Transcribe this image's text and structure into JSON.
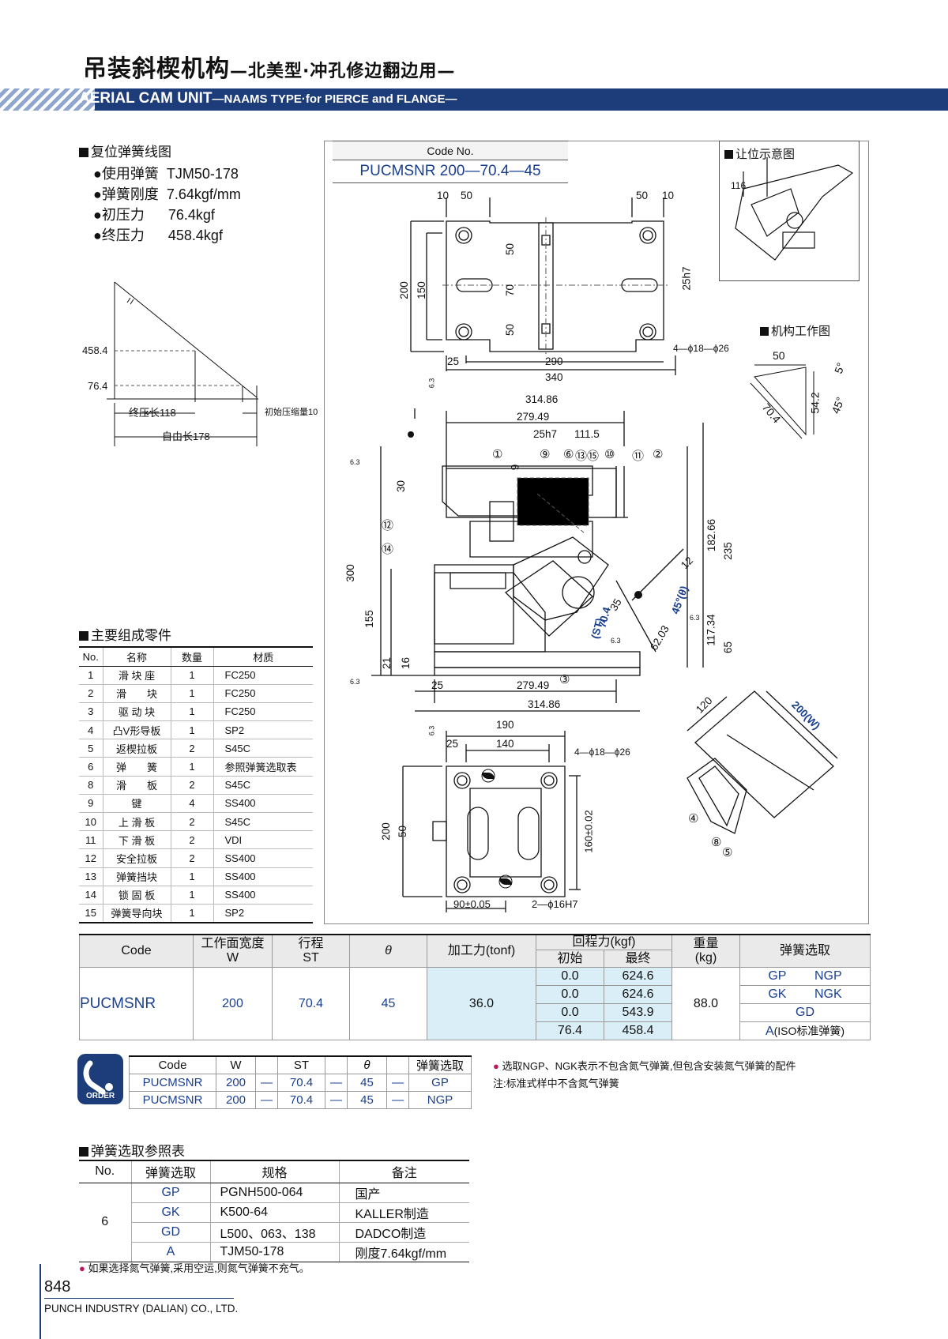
{
  "header": {
    "title_cn": "吊装斜楔机构",
    "title_cn_sub": "—北美型·冲孔修边翻边用—",
    "title_en": "AERIAL CAM UNIT",
    "title_en_sub": "—NAAMS TYPE·for PIERCE and FLANGE—"
  },
  "spring": {
    "heading": "复位弹簧线图",
    "items": [
      {
        "label": "●使用弹簧",
        "value": "TJM50-178"
      },
      {
        "label": "●弹簧刚度",
        "value": "7.64kgf/mm"
      },
      {
        "label": "●初压力",
        "value": "76.4kgf"
      },
      {
        "label": "●终压力",
        "value": "458.4kgf"
      }
    ],
    "chart": {
      "y1": "458.4",
      "y2": "76.4",
      "final_len": "终压长118",
      "init_comp": "初始压缩量10",
      "free_len": "自由长178"
    }
  },
  "drawing": {
    "code_label": "Code No.",
    "code_value": "PUCMSNR 200—70.4—45",
    "rang_title": "让位示意图",
    "rang_dim": "116",
    "work_title": "机构工作图",
    "work_dims": [
      "50",
      "5°",
      "70.4",
      "54.2",
      "45°"
    ],
    "top_dims": [
      "10",
      "50",
      "50",
      "10",
      "200",
      "150",
      "50",
      "70",
      "50",
      "25h7",
      "25",
      "290",
      "340",
      "4—ϕ18—ϕ26",
      "6.3"
    ],
    "side_dims": [
      "314.86",
      "279.49",
      "25h7",
      "111.5",
      "9",
      "30",
      "300",
      "155",
      "21",
      "16",
      "25",
      "279.49",
      "314.86",
      "182.66",
      "235",
      "117.34",
      "65",
      "12",
      "35",
      "62.03",
      "45°(θ)",
      "70.4",
      "(ST)",
      "6.3",
      "6.3",
      "6.3",
      "6.3"
    ],
    "balloons": [
      "①",
      "⑨",
      "⑥",
      "⑬",
      "⑮",
      "⑩",
      "⑪",
      "②",
      "⑫",
      "⑭",
      "③",
      "④",
      "⑧",
      "⑤"
    ],
    "bottom_dims": [
      "190",
      "25",
      "140",
      "4—ϕ18—ϕ26",
      "200",
      "50",
      "160±0.02",
      "90±0.05",
      "2—ϕ16H7",
      "6.3"
    ],
    "iso_dims": [
      "120",
      "200(W)"
    ]
  },
  "parts": {
    "heading": "主要组成零件",
    "headers": [
      "No.",
      "名称",
      "数量",
      "材质"
    ],
    "rows": [
      [
        "1",
        "滑 块 座",
        "1",
        "FC250"
      ],
      [
        "2",
        "滑　　块",
        "1",
        "FC250"
      ],
      [
        "3",
        "驱 动 块",
        "1",
        "FC250"
      ],
      [
        "4",
        "凸V形导板",
        "1",
        "SP2"
      ],
      [
        "5",
        "返楔拉板",
        "2",
        "S45C"
      ],
      [
        "6",
        "弹　　簧",
        "1",
        "参照弹簧选取表"
      ],
      [
        "8",
        "滑　　板",
        "2",
        "S45C"
      ],
      [
        "9",
        "键",
        "4",
        "SS400"
      ],
      [
        "10",
        "上 滑 板",
        "2",
        "S45C"
      ],
      [
        "11",
        "下 滑 板",
        "2",
        "VDI"
      ],
      [
        "12",
        "安全拉板",
        "2",
        "SS400"
      ],
      [
        "13",
        "弹簧挡块",
        "1",
        "SS400"
      ],
      [
        "14",
        "锁 固 板",
        "1",
        "SS400"
      ],
      [
        "15",
        "弹簧导向块",
        "1",
        "SP2"
      ]
    ]
  },
  "spec": {
    "h_code": "Code",
    "h_width": "工作面宽度",
    "h_width2": "W",
    "h_stroke": "行程",
    "h_stroke2": "ST",
    "h_theta": "θ",
    "h_force": "加工力(tonf)",
    "h_return": "回程力(kgf)",
    "h_init": "初始",
    "h_final": "最终",
    "h_weight": "重量",
    "h_weight2": "(kg)",
    "h_spring": "弹簧选取",
    "code": "PUCMSNR",
    "width": "200",
    "stroke": "70.4",
    "theta": "45",
    "force": "36.0",
    "weight": "88.0",
    "returns": [
      [
        "0.0",
        "624.6"
      ],
      [
        "0.0",
        "624.6"
      ],
      [
        "0.0",
        "543.9"
      ],
      [
        "76.4",
        "458.4"
      ]
    ],
    "springs": [
      [
        "GP",
        "NGP"
      ],
      [
        "GK",
        "NGK"
      ],
      [
        "GD",
        ""
      ],
      [
        "A",
        "(ISO标准弹簧)"
      ]
    ]
  },
  "order": {
    "icon_label": "ORDER",
    "headers": [
      "Code",
      "W",
      "",
      "ST",
      "",
      "θ",
      "",
      "弹簧选取"
    ],
    "rows": [
      [
        "PUCMSNR",
        "200",
        "—",
        "70.4",
        "—",
        "45",
        "—",
        "GP"
      ],
      [
        "PUCMSNR",
        "200",
        "—",
        "70.4",
        "—",
        "45",
        "—",
        "NGP"
      ]
    ],
    "note1": "选取NGP、NGK表示不包含氮气弹簧,但包含安装氮气弹簧的配件",
    "note2": "注:标准式样中不含氮气弹簧"
  },
  "ref": {
    "heading": "弹簧选取参照表",
    "headers": [
      "No.",
      "弹簧选取",
      "规格",
      "备注"
    ],
    "no": "6",
    "rows": [
      [
        "GP",
        "PGNH500-064",
        "国产"
      ],
      [
        "GK",
        "K500-64",
        "KALLER制造"
      ],
      [
        "GD",
        "L500、063、138",
        "DADCO制造"
      ],
      [
        "A",
        "TJM50-178",
        "刚度7.64kgf/mm"
      ]
    ],
    "note": "如果选择氮气弹簧,采用空运,则氮气弹簧不充气。"
  },
  "footer": {
    "page": "848",
    "company": "PUNCH INDUSTRY (DALIAN) CO., LTD."
  },
  "colors": {
    "brand": "#1d3c7a",
    "accent_blue": "#1a3f8f",
    "tint": "#d9eef7",
    "note": "#c0175d"
  }
}
